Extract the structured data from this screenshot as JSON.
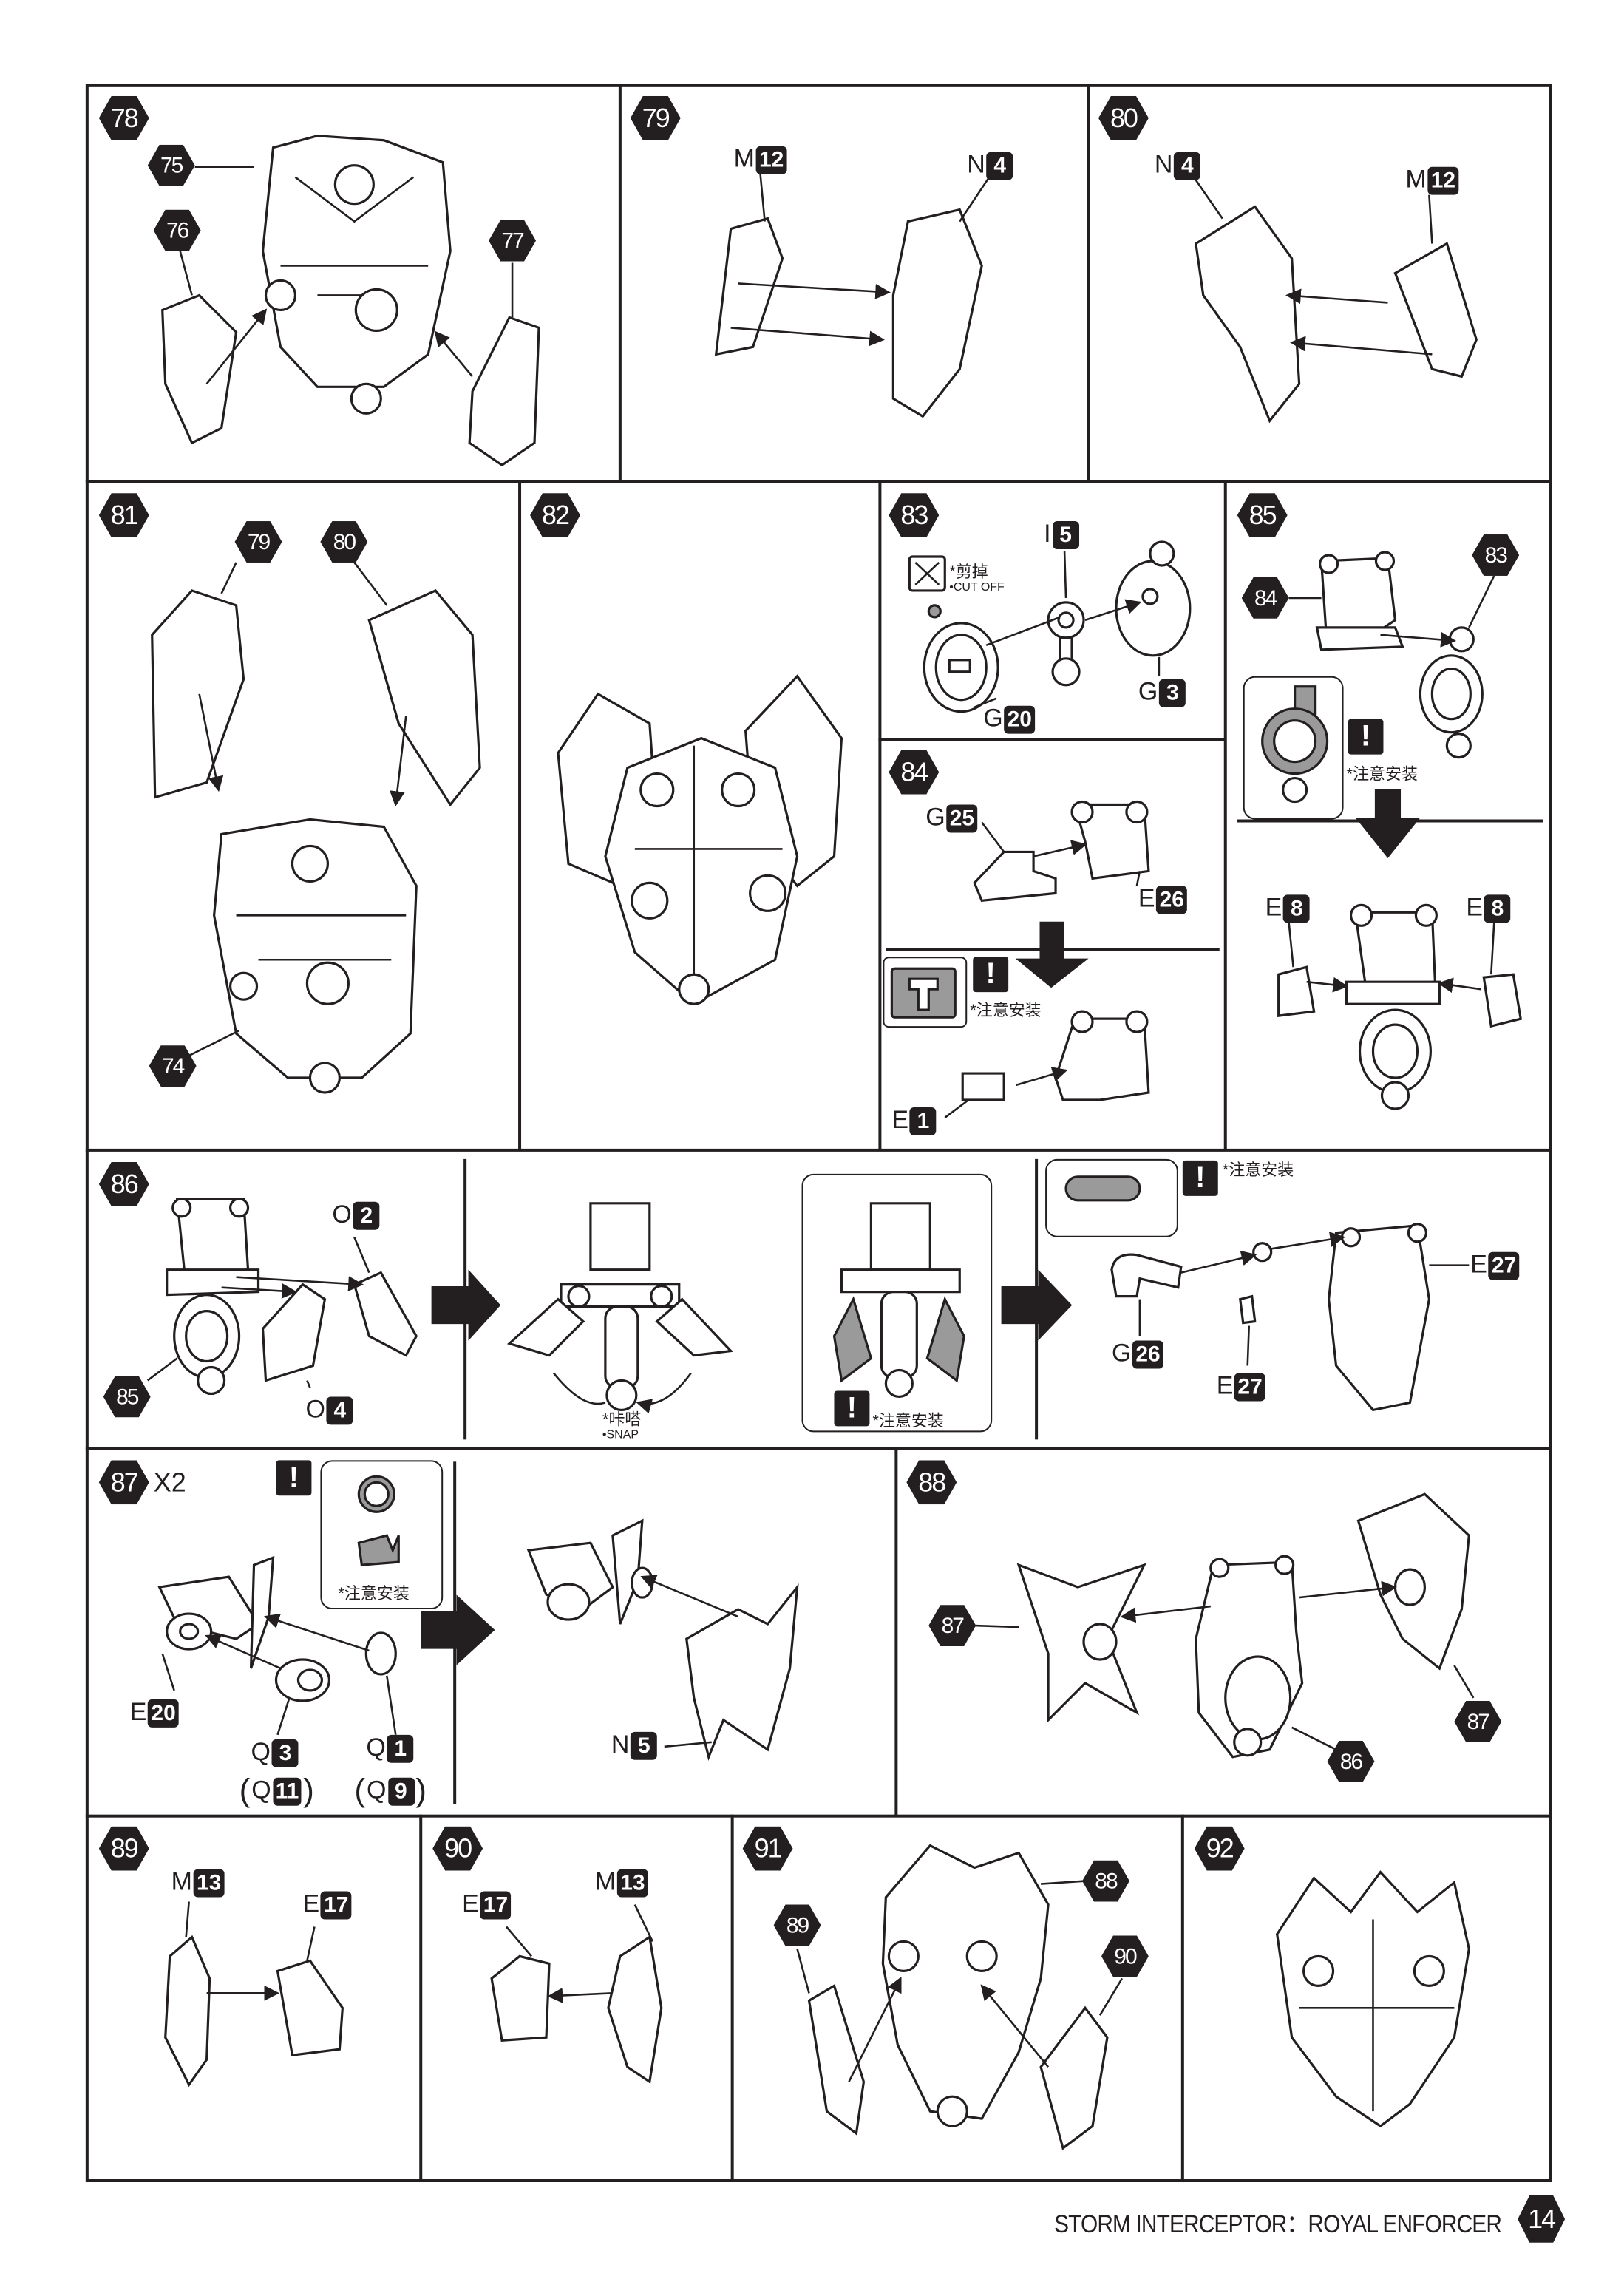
{
  "footer": {
    "title": "STORM INTERCEPTOR：ROYAL ENFORCER",
    "page": "14"
  },
  "notes": {
    "cut_off_cn": "*剪掉",
    "cut_off_en": "•CUT OFF",
    "caution": "*注意安装",
    "snap_cn": "*咔嗒",
    "snap_en": "•SNAP",
    "warning_glyph": "!",
    "multiplier": "X2",
    "paren_open": "(",
    "paren_close": ")"
  },
  "steps": {
    "s78": {
      "number": "78",
      "refs": [
        "75",
        "76",
        "77"
      ]
    },
    "s79": {
      "number": "79",
      "parts": [
        {
          "letter": "M",
          "num": "12"
        },
        {
          "letter": "N",
          "num": "4"
        }
      ]
    },
    "s80": {
      "number": "80",
      "parts": [
        {
          "letter": "N",
          "num": "4"
        },
        {
          "letter": "M",
          "num": "12"
        }
      ]
    },
    "s81": {
      "number": "81",
      "refs": [
        "79",
        "80",
        "74"
      ]
    },
    "s82": {
      "number": "82"
    },
    "s83": {
      "number": "83",
      "parts": [
        {
          "letter": "I",
          "num": "5"
        },
        {
          "letter": "G",
          "num": "20"
        },
        {
          "letter": "G",
          "num": "3"
        }
      ]
    },
    "s84": {
      "number": "84",
      "parts": [
        {
          "letter": "G",
          "num": "25"
        },
        {
          "letter": "E",
          "num": "26"
        },
        {
          "letter": "E",
          "num": "1"
        }
      ]
    },
    "s85": {
      "number": "85",
      "refs": [
        "84",
        "83"
      ],
      "parts": [
        {
          "letter": "E",
          "num": "8"
        },
        {
          "letter": "E",
          "num": "8"
        }
      ]
    },
    "s86": {
      "number": "86",
      "refs": [
        "85"
      ],
      "parts": [
        {
          "letter": "O",
          "num": "2"
        },
        {
          "letter": "O",
          "num": "4"
        },
        {
          "letter": "G",
          "num": "26"
        },
        {
          "letter": "E",
          "num": "27"
        },
        {
          "letter": "E",
          "num": "27"
        }
      ]
    },
    "s87": {
      "number": "87",
      "parts": [
        {
          "letter": "E",
          "num": "20"
        },
        {
          "letter": "Q",
          "num": "3"
        },
        {
          "letter": "Q",
          "num": "11"
        },
        {
          "letter": "Q",
          "num": "1"
        },
        {
          "letter": "Q",
          "num": "9"
        },
        {
          "letter": "N",
          "num": "5"
        }
      ]
    },
    "s88": {
      "number": "88",
      "refs": [
        "87",
        "87",
        "86"
      ]
    },
    "s89": {
      "number": "89",
      "parts": [
        {
          "letter": "M",
          "num": "13"
        },
        {
          "letter": "E",
          "num": "17"
        }
      ]
    },
    "s90": {
      "number": "90",
      "parts": [
        {
          "letter": "E",
          "num": "17"
        },
        {
          "letter": "M",
          "num": "13"
        }
      ]
    },
    "s91": {
      "number": "91",
      "refs": [
        "88",
        "89",
        "90"
      ]
    },
    "s92": {
      "number": "92"
    }
  }
}
